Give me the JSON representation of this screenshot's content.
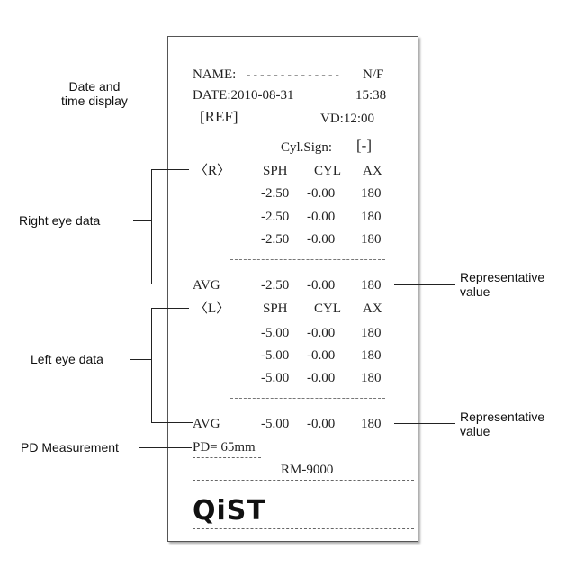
{
  "receipt": {
    "name_label": "NAME:",
    "name_dashes": "- - - - - - - - - - - - - -",
    "name_value": "N/F",
    "date": "DATE:2010-08-31",
    "time": "15:38",
    "mode": "[REF]",
    "vd": "VD:12:00",
    "cyl_sign_label": "Cyl.Sign:",
    "cyl_sign_value": "[-]",
    "right": {
      "label": "〈R〉",
      "headers": [
        "SPH",
        "CYL",
        "AX"
      ],
      "rows": [
        [
          "-2.50",
          "-0.00",
          "180"
        ],
        [
          "-2.50",
          "-0.00",
          "180"
        ],
        [
          "-2.50",
          "-0.00",
          "180"
        ]
      ],
      "avg_label": "AVG",
      "avg": [
        "-2.50",
        "-0.00",
        "180"
      ]
    },
    "left": {
      "label": "〈L〉",
      "headers": [
        "SPH",
        "CYL",
        "AX"
      ],
      "rows": [
        [
          "-5.00",
          "-0.00",
          "180"
        ],
        [
          "-5.00",
          "-0.00",
          "180"
        ],
        [
          "-5.00",
          "-0.00",
          "180"
        ]
      ],
      "avg_label": "AVG",
      "avg": [
        "-5.00",
        "-0.00",
        "180"
      ]
    },
    "pd": "PD= 65mm",
    "model": "RM-9000",
    "logo": "QiST"
  },
  "annotations": {
    "date_time": "Date and\ntime display",
    "right_eye": "Right eye data",
    "left_eye": "Left eye data",
    "representative_1": "Representative\nvalue",
    "representative_2": "Representative\nvalue",
    "pd": "PD Measurement"
  }
}
